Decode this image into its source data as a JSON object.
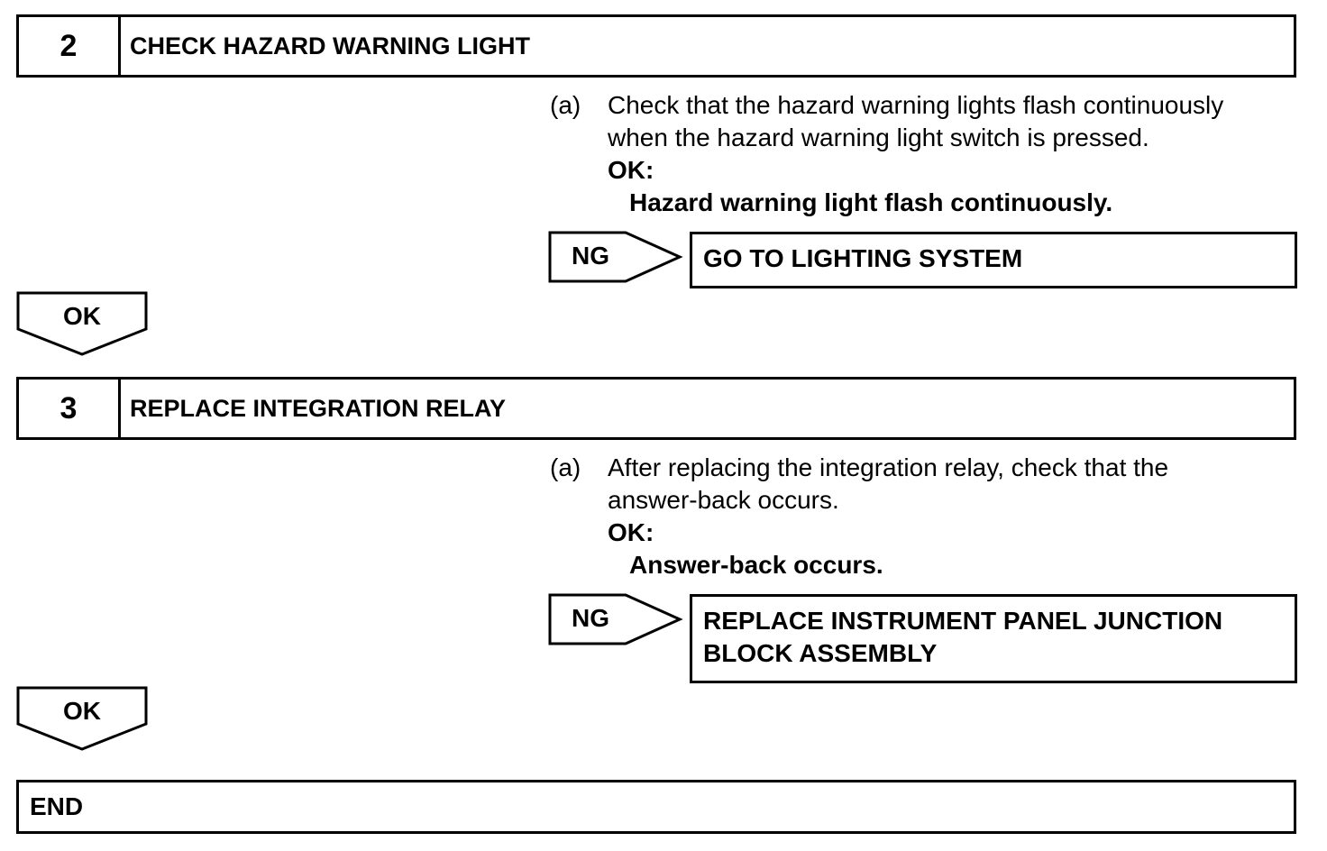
{
  "step2": {
    "number": "2",
    "title": "CHECK HAZARD WARNING LIGHT",
    "item_label": "(a)",
    "instruction_line1": "Check that the hazard warning lights flash continuously",
    "instruction_line2": "when the hazard warning light switch is pressed.",
    "ok_heading": "OK:",
    "ok_condition": "Hazard warning light flash continuously.",
    "ng_label": "NG",
    "ng_result": "GO TO LIGHTING SYSTEM",
    "ok_label": "OK"
  },
  "step3": {
    "number": "3",
    "title": "REPLACE INTEGRATION RELAY",
    "item_label": "(a)",
    "instruction_line1": "After replacing the integration relay, check that the",
    "instruction_line2": "answer-back occurs.",
    "ok_heading": "OK:",
    "ok_condition": "Answer-back occurs.",
    "ng_label": "NG",
    "ng_result_line1": "REPLACE INSTRUMENT PANEL JUNCTION",
    "ng_result_line2": "BLOCK ASSEMBLY",
    "ok_label": "OK"
  },
  "end": {
    "label": "END"
  }
}
